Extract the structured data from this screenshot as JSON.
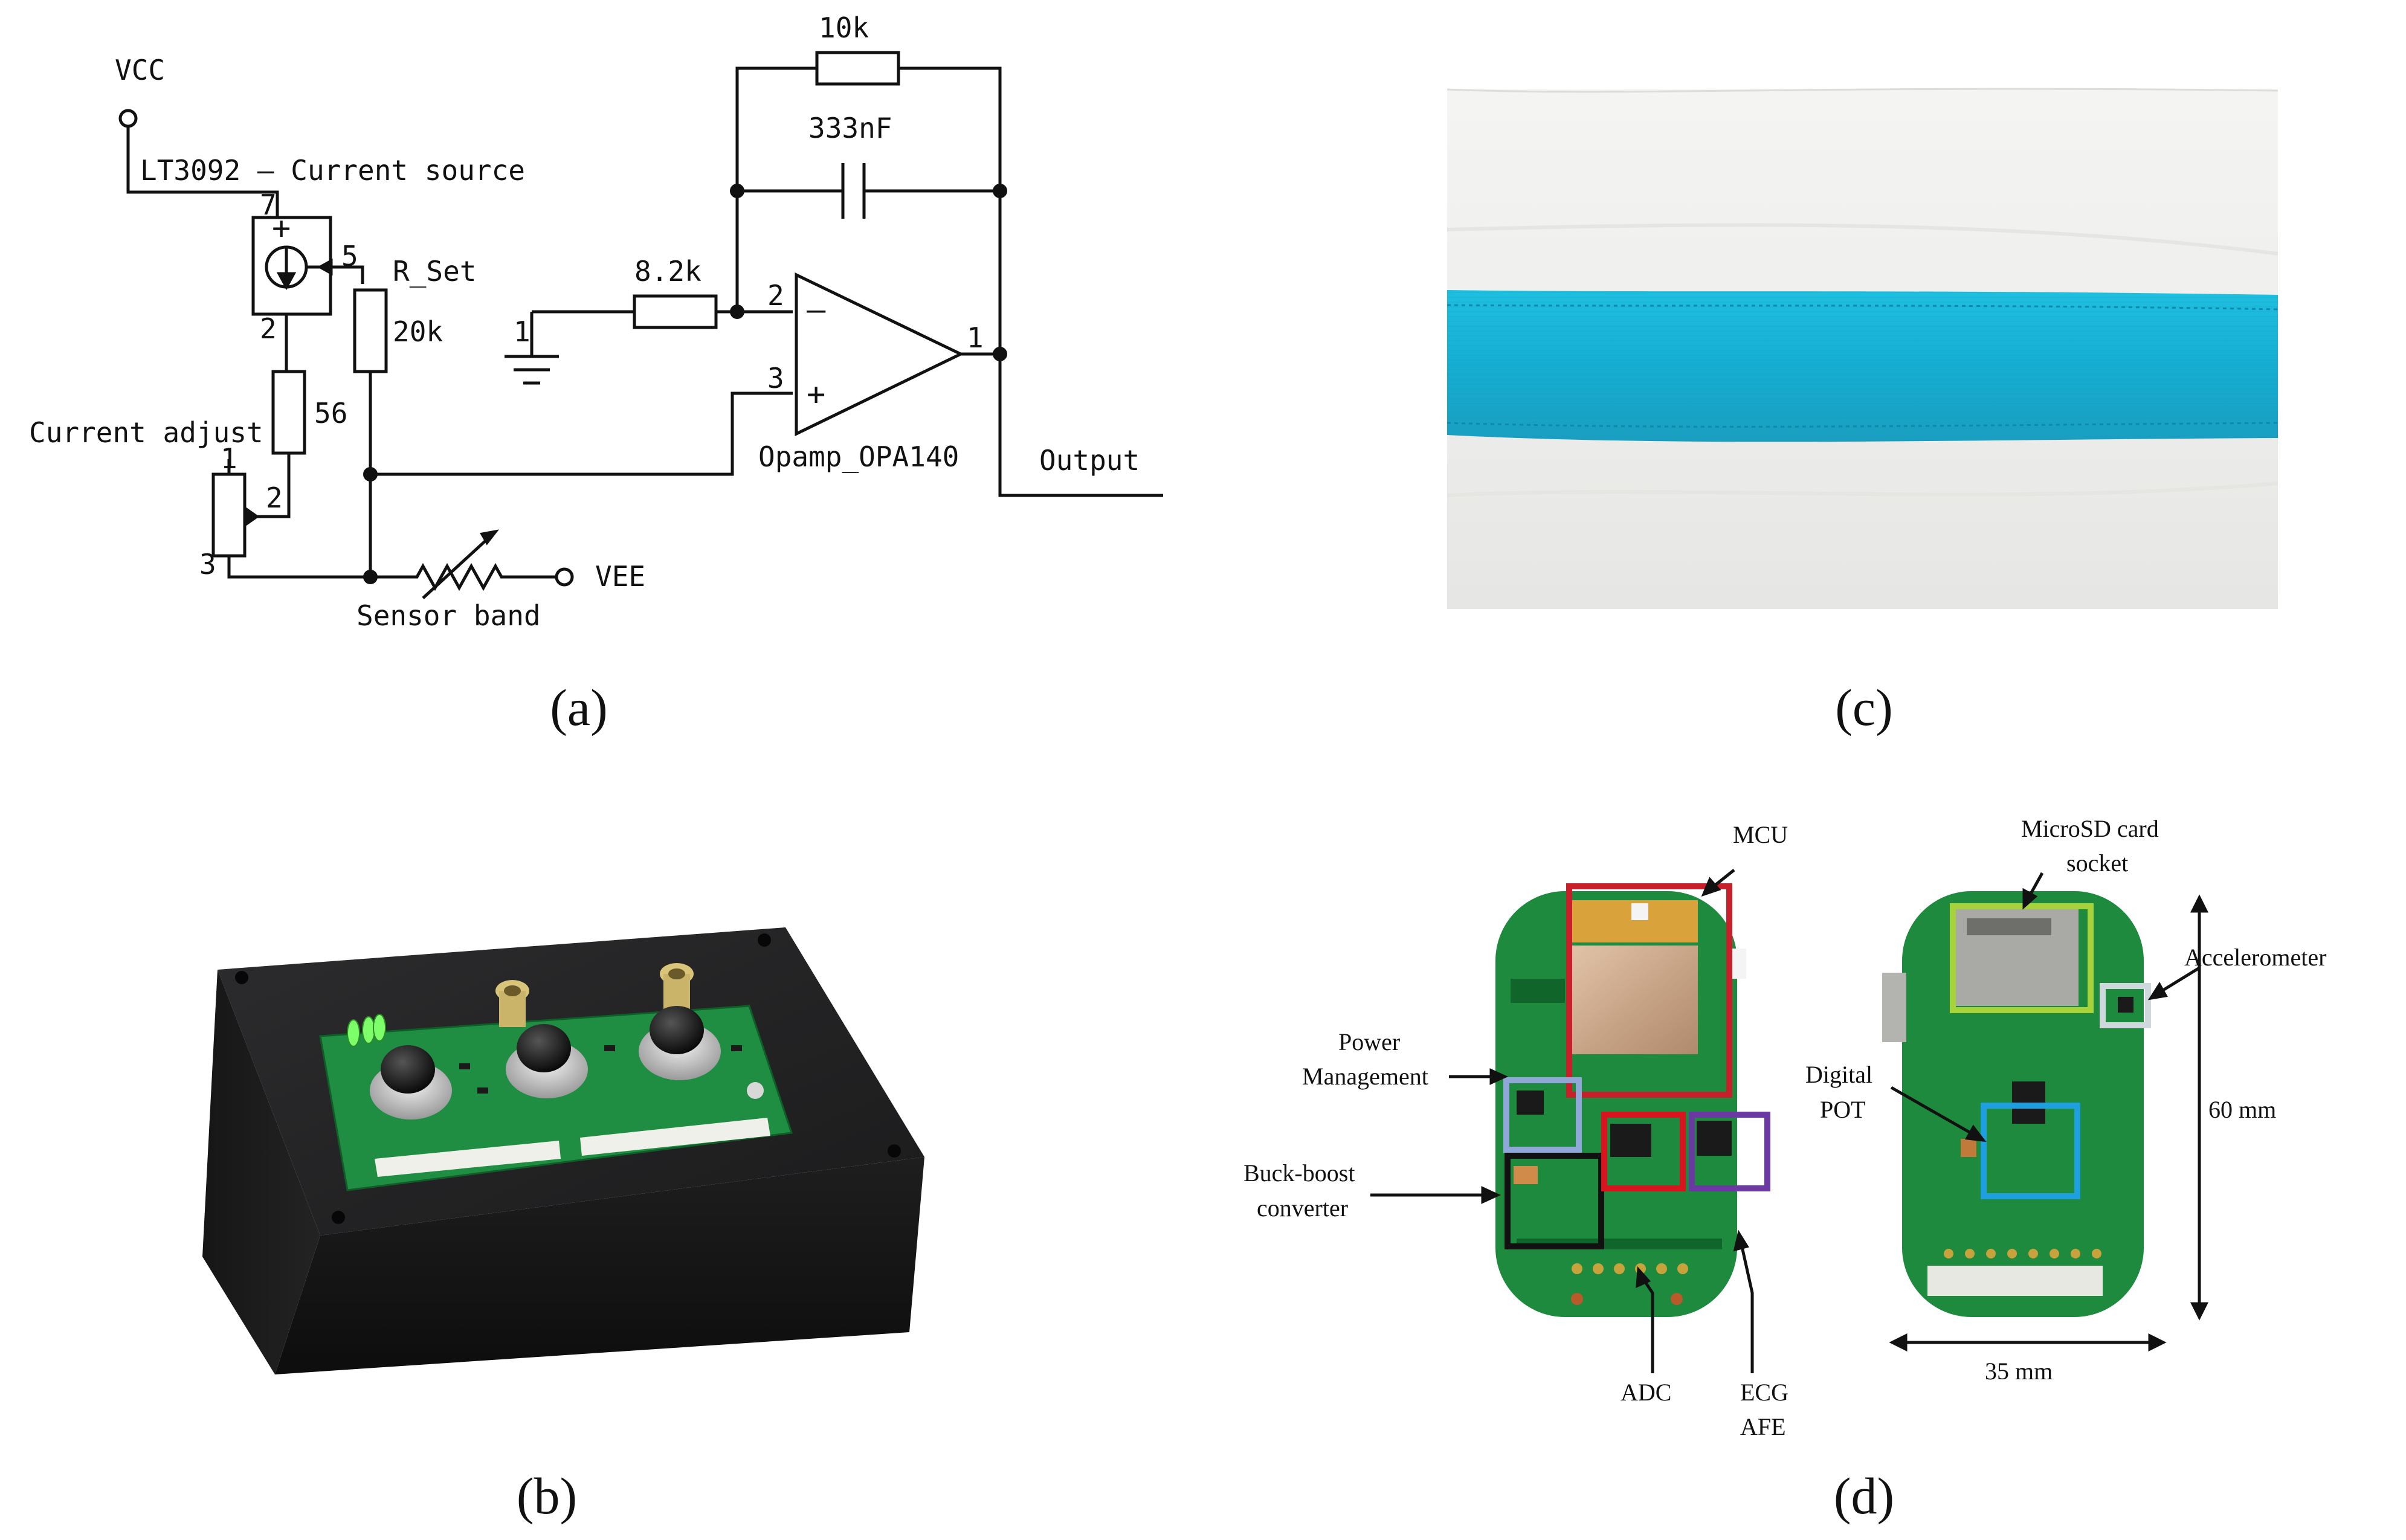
{
  "panel_labels": {
    "a": "(a)",
    "b": "(b)",
    "c": "(c)",
    "d": "(d)"
  },
  "schematic": {
    "vcc": "VCC",
    "current_source": "LT3092 – Current source",
    "r_set_label": "R_Set",
    "r_set_value": "20k",
    "r56_value": "56",
    "current_adjust": "Current adjust",
    "sensor_band": "Sensor band",
    "vee": "VEE",
    "r_in_value": "8.2k",
    "r_fb_value": "10k",
    "c_fb_value": "333nF",
    "opamp": "Opamp_OPA140",
    "output": "Output",
    "pins": {
      "cs_top": "7",
      "cs_bottom": "2",
      "cs_rset": "5",
      "pot_top": "1",
      "pot_wiper": "2",
      "pot_bottom": "3",
      "ground": "1",
      "op_inv": "2",
      "op_noninv": "3",
      "op_out": "1"
    },
    "signs": {
      "minus": "–",
      "plus": "+"
    }
  },
  "pcb": {
    "mcu": "MCU",
    "power_mgmt": [
      "Power",
      "Management"
    ],
    "buck_boost": [
      "Buck-boost",
      "converter"
    ],
    "adc": "ADC",
    "ecg_afe": [
      "ECG",
      "AFE"
    ],
    "microsd": [
      "MicroSD card",
      "socket"
    ],
    "accelerometer": "Accelerometer",
    "digital_pot": [
      "Digital",
      "POT"
    ],
    "height_dim": "60 mm",
    "width_dim": "35 mm"
  },
  "colors": {
    "box_mcu": "#c8202a",
    "box_power": "#8fa8d8",
    "box_buck": "#111111",
    "box_adc": "#d8141e",
    "box_ecg": "#6a3aa2",
    "box_microsd": "#a6d33a",
    "box_accel": "#cfd8da",
    "box_pot": "#1ea0e0",
    "band": "#17b0d3",
    "pcb_green": "#1e8a3e"
  }
}
